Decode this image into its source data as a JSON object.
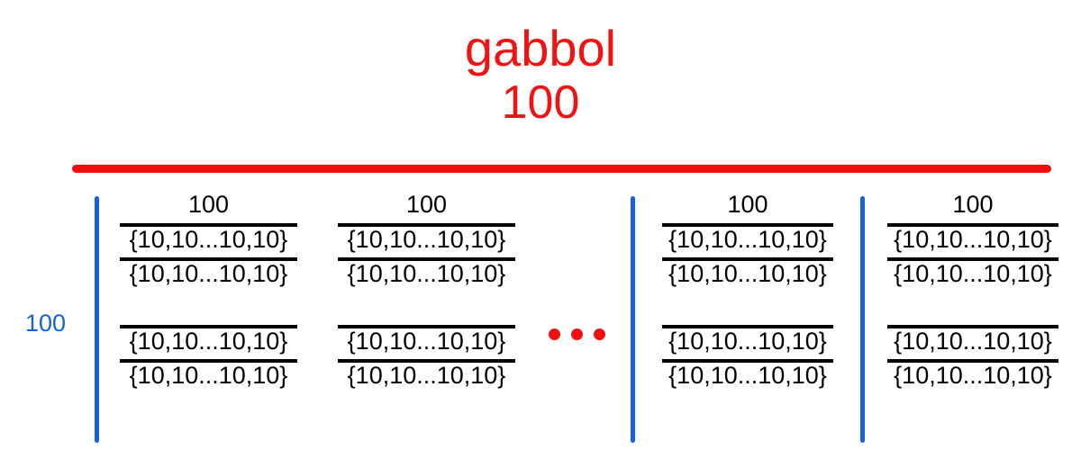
{
  "figure": {
    "title": "gabbol",
    "title_count": "100",
    "outer_bar_color": "#f00d0d",
    "accent_blue": "#1a5fe0",
    "accent_red": "#ef1313",
    "text_color": "#000000",
    "background": "#ffffff"
  },
  "row_count_label": "100",
  "ellipsis": {
    "symbol": "...",
    "dot_count": 3,
    "color": "#ef1111"
  },
  "columns": [
    {
      "header": "100",
      "cells": [
        "{10,10...10,10}",
        "{10,10...10,10}",
        "{10,10...10,10}",
        "{10,10...10,10}"
      ]
    },
    {
      "header": "100",
      "cells": [
        "{10,10...10,10}",
        "{10,10...10,10}",
        "{10,10...10,10}",
        "{10,10...10,10}"
      ]
    },
    {
      "header": "100",
      "cells": [
        "{10,10...10,10}",
        "{10,10...10,10}",
        "{10,10...10,10}",
        "{10,10...10,10}"
      ]
    },
    {
      "header": "100",
      "cells": [
        "{10,10...10,10}",
        "{10,10...10,10}",
        "{10,10...10,10}",
        "{10,10...10,10}"
      ]
    }
  ],
  "chart_data": {
    "type": "table",
    "title": "gabbol",
    "subtitle": "100",
    "description": "Nested array diagram: an outer array labelled 'gabbol' of length 100 (red bar), containing 100 rows (blue label) of sub-arrays, each sub-array labelled 100 and holding elements of the form {10,10...10,10}.",
    "outer_length": "100",
    "row_length": "100",
    "column_headers": [
      "100",
      "100",
      "100",
      "100"
    ],
    "cell_value": "{10,10...10,10}",
    "columns_shown": 4,
    "rows_shown": 4,
    "truncation_marker": "..."
  }
}
